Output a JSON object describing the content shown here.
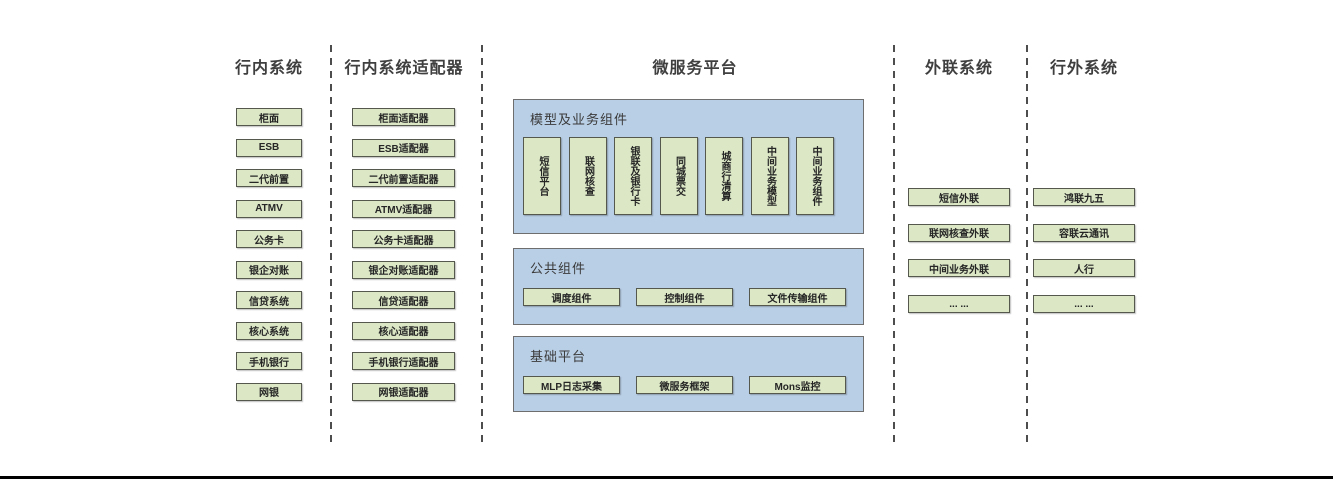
{
  "colors": {
    "green_box_fill": "#dbe7c5",
    "green_box_border": "#55584c",
    "blue_panel_fill": "#b9cfe5",
    "blue_panel_border": "#6e6e6e",
    "heading_text": "#3f3f3f",
    "separator": "#4d4d4d",
    "bottom_rule": "#000000"
  },
  "columns": {
    "internal_systems": {
      "header": "行内系统",
      "items": [
        "柜面",
        "ESB",
        "二代前置",
        "ATMV",
        "公务卡",
        "银企对账",
        "信贷系统",
        "核心系统",
        "手机银行",
        "网银"
      ]
    },
    "internal_adapters": {
      "header": "行内系统适配器",
      "items": [
        "柜面适配器",
        "ESB适配器",
        "二代前置适配器",
        "ATMV适配器",
        "公务卡适配器",
        "银企对账适配器",
        "信贷适配器",
        "核心适配器",
        "手机银行适配器",
        "网银适配器"
      ]
    },
    "external_link_systems": {
      "header": "外联系统",
      "items": [
        "短信外联",
        "联网核查外联",
        "中间业务外联",
        "... ..."
      ]
    },
    "outside_systems": {
      "header": "行外系统",
      "items": [
        "鸿联九五",
        "容联云通讯",
        "人行",
        "... ..."
      ]
    }
  },
  "platform": {
    "header": "微服务平台",
    "panels": {
      "model": {
        "label": "模型及业务组件",
        "items": [
          "短信平台",
          "联网核查",
          "银联及银行卡",
          "同城票交",
          "城商行清算",
          "中间业务模型",
          "中间业务组件"
        ]
      },
      "common": {
        "label": "公共组件",
        "items": [
          "调度组件",
          "控制组件",
          "文件传输组件"
        ]
      },
      "base": {
        "label": "基础平台",
        "items": [
          "MLP日志采集",
          "微服务框架",
          "Mons监控"
        ]
      }
    }
  }
}
